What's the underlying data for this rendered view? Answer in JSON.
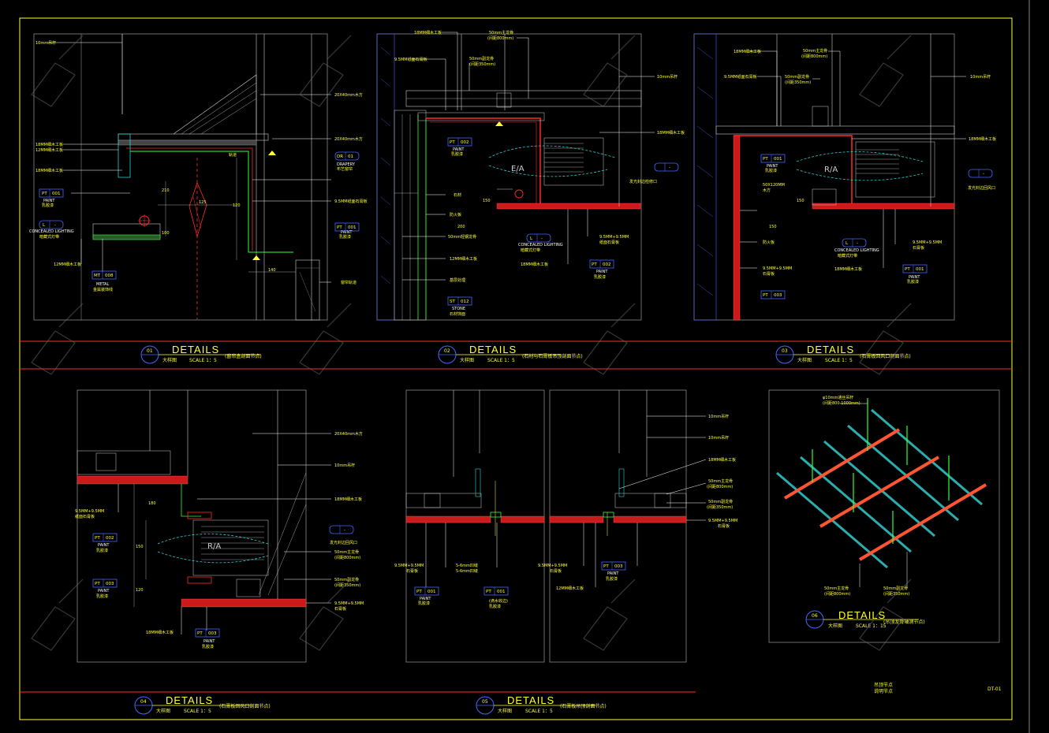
{
  "sheet": {
    "code": "DT-01",
    "notes": [
      "吊顶节点",
      "说明节点"
    ]
  },
  "details": [
    {
      "num": "01",
      "title": "DETAILS",
      "sub": "大样图",
      "scale": "SCALE 1：5",
      "note": "(窗帘盒剖面节点)"
    },
    {
      "num": "02",
      "title": "DETAILS",
      "sub": "大样图",
      "scale": "SCALE 1：5",
      "note": "(石材与石膏板吊顶剖面节点)"
    },
    {
      "num": "03",
      "title": "DETAILS",
      "sub": "大样图",
      "scale": "SCALE 1：5",
      "note": "(石膏板回风口剖面节点)"
    },
    {
      "num": "04",
      "title": "DETAILS",
      "sub": "大样图",
      "scale": "SCALE 1：5",
      "note": "(石膏板回风口剖面节点)"
    },
    {
      "num": "05",
      "title": "DETAILS",
      "sub": "大样图",
      "scale": "SCALE 1：5",
      "note": "(石膏板吊顶剖面节点)"
    },
    {
      "num": "06",
      "title": "DETAILS",
      "sub": "大样图",
      "scale": "SCALE 1：15",
      "note": "(吊顶龙骨轴测节点)"
    }
  ],
  "tags": {
    "pt001": "PT",
    "pt001n": "001",
    "pt002n": "002",
    "pt003n": "003",
    "mt008": "MT",
    "mt008n": "008",
    "st012": "ST",
    "st012n": "012",
    "dr": "DR",
    "dr_n": "01",
    "l": "L",
    "dash": "-"
  },
  "labels": {
    "d1": [
      "10mm吊杆",
      "20X40mm木方",
      "20X40mm木方",
      "18MM细木工板",
      "12MM细木工板",
      "18MM细木工板",
      "9.5MM纸面石膏板",
      "12MM细木工板",
      "CONCEALED LIGHTING",
      "暗藏式灯带",
      "DRAPERY",
      "布艺窗帘",
      "PAINT",
      "乳胶漆",
      "METAL",
      "金属装饰线",
      "窗帘轨道",
      "轨道",
      "125",
      "210",
      "100",
      "120",
      "140"
    ],
    "d2": [
      "18MM细木工板",
      "9.5MM纸面石膏板",
      "50mm主龙骨",
      "(间距800mm)",
      "50mm副龙骨",
      "(间距350mm)",
      "10mm吊杆",
      "18MM细木工板",
      "E/A",
      "发光封边检修口",
      "石材",
      "防火板",
      "50mm轻钢龙骨",
      "12MM细木工板",
      "基层处理",
      "STONE",
      "石材饰面",
      "CONCEALED LIGHTING",
      "暗藏式灯带",
      "18MM细木工板",
      "9.5MM+9.5MM",
      "纸面石膏板",
      "PAINT",
      "乳胶漆",
      "200",
      "150"
    ],
    "d3": [
      "18MM细木工板",
      "9.5MM纸面石膏板",
      "50mm主龙骨",
      "(间距800mm)",
      "50mm副龙骨",
      "(间距350mm)",
      "10mm吊杆",
      "18MM细木工板",
      "R/A",
      "发光封边回风口",
      "50X120MM",
      "木方",
      "防火板",
      "CONCEALED LIGHTING",
      "暗藏式灯带",
      "18MM细木工板",
      "9.5MM+9.5MM",
      "石膏板",
      "9.5MM+9.5MM",
      "石膏板",
      "PAINT",
      "乳胶漆",
      "150",
      "150"
    ],
    "d4": [
      "20X40mm木方",
      "10mm吊杆",
      "18MM细木工板",
      "9.5MM+9.5MM",
      "纸面石膏板",
      "R/A",
      "发光封边回风口",
      "50mm主龙骨",
      "(间距800mm)",
      "50mm副龙骨",
      "(间距350mm)",
      "9.5MM+9.5MM",
      "石膏板",
      "18MM细木工板",
      "PAINT",
      "乳胶漆",
      "180",
      "150",
      "120"
    ],
    "d5": [
      "10mm吊杆",
      "10mm吊杆",
      "18MM细木工板",
      "50mm主龙骨",
      "(间距800mm)",
      "50mm副龙骨",
      "(间距350mm)",
      "9.5MM+9.5MM",
      "石膏板",
      "9.5MM+9.5MM",
      "石膏板",
      "5-6mm凹缝",
      "5-6mm凹缝",
      "12MM细木工板",
      "9.5MM+9.5MM",
      "石膏板",
      "PAINT",
      "乳胶漆",
      "(滴水收边)"
    ],
    "d6": [
      "φ10mm通丝吊杆",
      "(间距800-1000mm)",
      "50mm主龙骨",
      "(间距800mm)",
      "50mm副龙骨",
      "(间距350mm)"
    ]
  },
  "colors": {
    "border": "#ffff33",
    "line": "#ffffff",
    "accent": "#ff2a2a",
    "green": "#33ff33",
    "cyan": "#33cccc",
    "blue": "#4466ff",
    "gray": "#888888"
  }
}
